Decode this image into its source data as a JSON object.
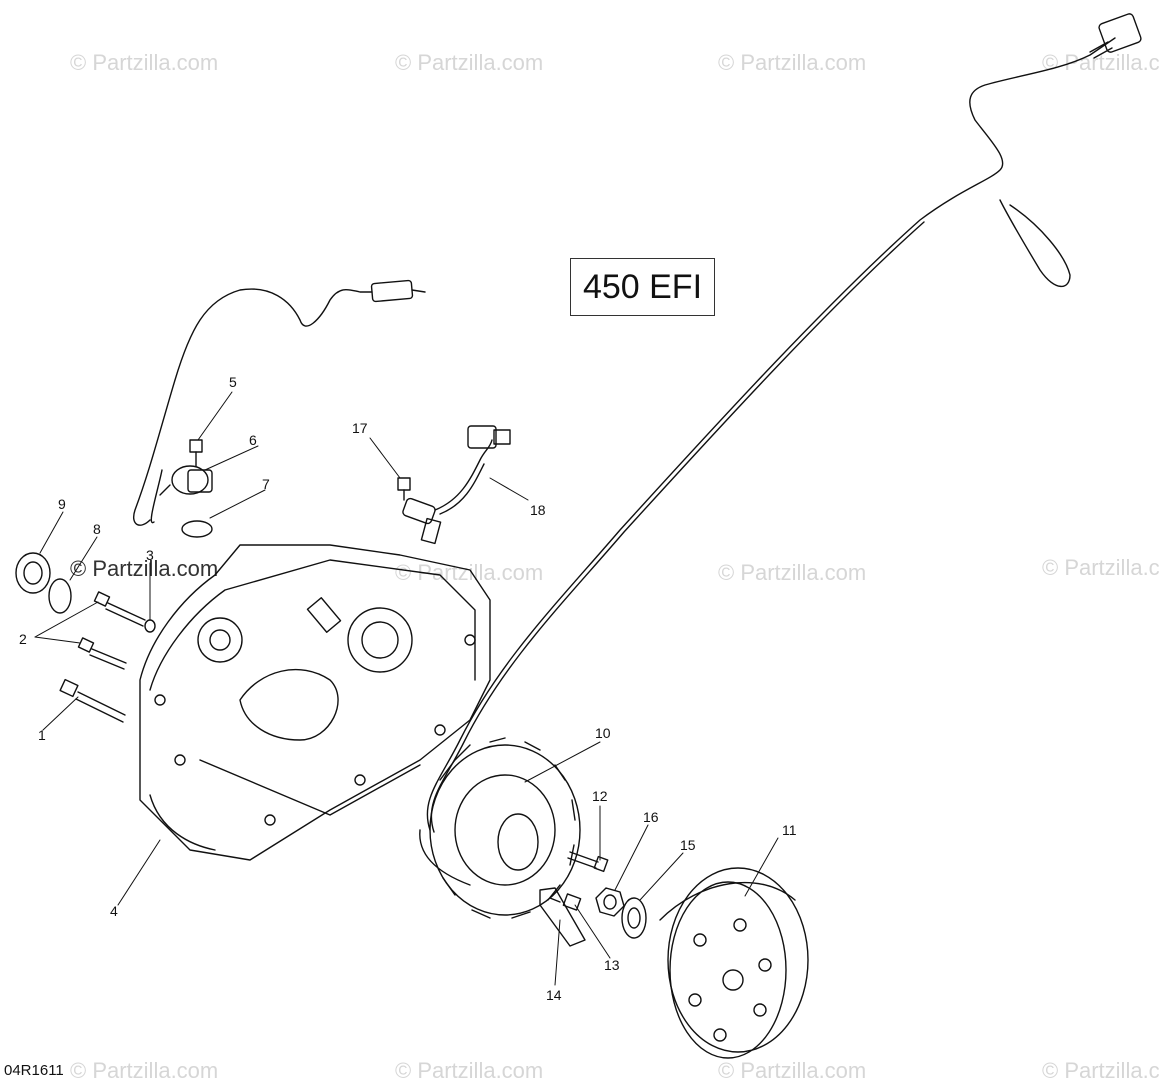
{
  "watermark": "© Partzilla.com",
  "model_label": "450 EFI",
  "diagram_id": "04R1611",
  "callouts": {
    "c1": "1",
    "c2": "2",
    "c3": "3",
    "c4": "4",
    "c5": "5",
    "c6": "6",
    "c7": "7",
    "c8": "8",
    "c9": "9",
    "c10": "10",
    "c11": "11",
    "c12": "12",
    "c13": "13",
    "c14": "14",
    "c15": "15",
    "c16": "16",
    "c17": "17",
    "c18": "18"
  }
}
